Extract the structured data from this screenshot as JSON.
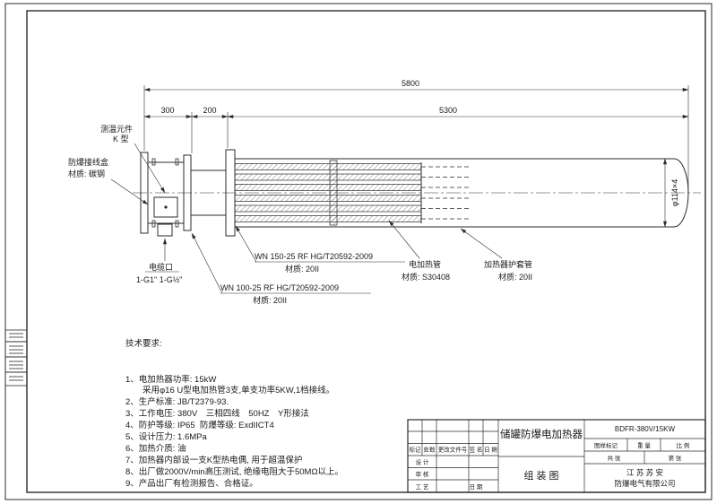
{
  "dimensions": {
    "total": "5800",
    "d300": "300",
    "d200": "200",
    "d5300": "5300",
    "diameter": "φ114×4"
  },
  "callouts": {
    "temp_element_1": "测温元件",
    "temp_element_2": "K 型",
    "junction_box_1": "防爆接线盒",
    "junction_box_2": "材质: 碳钢",
    "cable_port_1": "电缆口",
    "cable_port_2": "1-G1\"  1-G½\"",
    "flange150_1": "WN 150-25 RF HG/T20592-2009",
    "flange150_2": "材质: 20II",
    "flange100_1": "WN 100-25 RF HG/T20592-2009",
    "flange100_2": "材质: 20II",
    "heating_tube_1": "电加热管",
    "heating_tube_2": "材质: S30408",
    "sheath_tube_1": "加热器护套管",
    "sheath_tube_2": "材质: 20II"
  },
  "tech": {
    "title": "技术要求:",
    "lines": [
      "1、电加热器功率: 15kW",
      "　　采用φ16 U型电加热管3支,单支功率5KW,1档接线。",
      "2、生产标准: JB/T2379-93.",
      "3、工作电压: 380V　三相四线　50HZ　Y形接法",
      "4、防护等级: IP65  防爆等级: ExdIICT4",
      "5、设计压力: 1.6MPa",
      "6、加热介质: 油",
      "7、加热器内部设一支K型热电偶, 用于超温保护",
      "8、出厂做2000V/min高压测试, 绝缘电阻大于50MΩ以上。",
      "9、产品出厂有检测报告、合格证。"
    ]
  },
  "title_block": {
    "product_name": "储罐防爆电加热器",
    "model": "BDFR-380V/15KW",
    "drawing_type": "组 装 图",
    "company_line1": "江 苏 苏 安",
    "company_line2": "防爆电气有限公司",
    "rev": {
      "mark": "标记",
      "count": "处数",
      "doc_no": "更改文件号",
      "sign": "签 名",
      "date": "日 期"
    },
    "roles": {
      "design": "设 计",
      "check": "审 核",
      "process": "工 艺",
      "date": "日 期"
    },
    "stamp": {
      "mark_label": "图样标记",
      "weight_label": "重 量",
      "scale_label": "比 例",
      "sheets": "共  张",
      "sheet_no": "第  张"
    }
  }
}
